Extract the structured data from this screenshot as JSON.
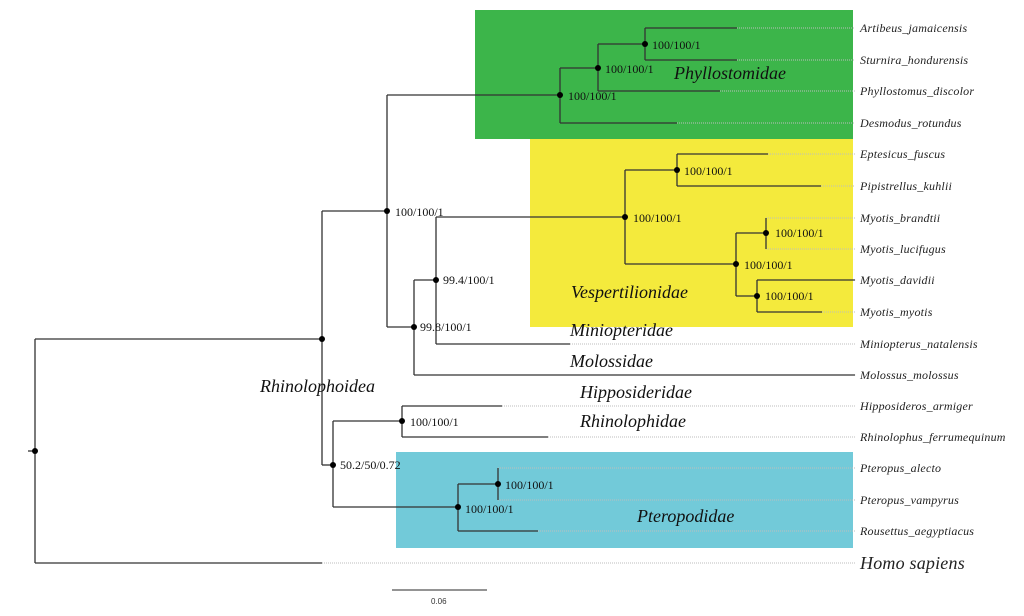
{
  "figure": {
    "type": "phylogenetic-tree",
    "scale_bar": {
      "value": 0.06,
      "label": "0.06"
    },
    "colors": {
      "phyllostomidae_box": "#3cb54a",
      "vespertilionidae_box": "#f4ea3c",
      "pteropodidae_box": "#72cad9",
      "branch": "#333333",
      "node": "#000000",
      "guide_line": "#bbbbbb"
    }
  },
  "taxa": [
    {
      "id": "t1",
      "label": "Artibeus_jamaicensis"
    },
    {
      "id": "t2",
      "label": "Sturnira_hondurensis"
    },
    {
      "id": "t3",
      "label": "Phyllostomus_discolor"
    },
    {
      "id": "t4",
      "label": "Desmodus_rotundus"
    },
    {
      "id": "t5",
      "label": "Eptesicus_fuscus"
    },
    {
      "id": "t6",
      "label": "Pipistrellus_kuhlii"
    },
    {
      "id": "t7",
      "label": "Myotis_brandtii"
    },
    {
      "id": "t8",
      "label": "Myotis_lucifugus"
    },
    {
      "id": "t9",
      "label": "Myotis_davidii"
    },
    {
      "id": "t10",
      "label": "Myotis_myotis"
    },
    {
      "id": "t11",
      "label": "Miniopterus_natalensis"
    },
    {
      "id": "t12",
      "label": "Molossus_molossus"
    },
    {
      "id": "t13",
      "label": "Hipposideros_armiger"
    },
    {
      "id": "t14",
      "label": "Rhinolophus_ferrumequinum"
    },
    {
      "id": "t15",
      "label": "Pteropus_alecto"
    },
    {
      "id": "t16",
      "label": "Pteropus_vampyrus"
    },
    {
      "id": "t17",
      "label": "Rousettus_aegyptiacus"
    },
    {
      "id": "t18",
      "label": "Homo sapiens"
    }
  ],
  "clades": [
    {
      "id": "phyllostomidae",
      "label": "Phyllostomidae"
    },
    {
      "id": "vespertilionidae",
      "label": "Vespertilionidae"
    },
    {
      "id": "miniopteridae",
      "label": "Miniopteridae"
    },
    {
      "id": "molossidae",
      "label": "Molossidae"
    },
    {
      "id": "hipposideridae",
      "label": "Hipposideridae"
    },
    {
      "id": "rhinolophidae",
      "label": "Rhinolophidae"
    },
    {
      "id": "pteropodidae",
      "label": "Pteropodidae"
    },
    {
      "id": "rhinolophoidea",
      "label": "Rhinolophoidea"
    }
  ],
  "supports": [
    {
      "id": "n_art_stu",
      "label": "100/100/1"
    },
    {
      "id": "n_art_phy",
      "label": "100/100/1"
    },
    {
      "id": "n_phyllo",
      "label": "100/100/1"
    },
    {
      "id": "n_ept_pip",
      "label": "100/100/1"
    },
    {
      "id": "n_vesp",
      "label": "100/100/1"
    },
    {
      "id": "n_bra_luc",
      "label": "100/100/1"
    },
    {
      "id": "n_myotis",
      "label": "100/100/1"
    },
    {
      "id": "n_dav_myo",
      "label": "100/100/1"
    },
    {
      "id": "n_yango",
      "label": "100/100/1"
    },
    {
      "id": "n_vesp_mini",
      "label": "99.4/100/1"
    },
    {
      "id": "n_vesp_molo",
      "label": "99.8/100/1"
    },
    {
      "id": "n_hip_rhi",
      "label": "100/100/1"
    },
    {
      "id": "n_rhinolophoidea",
      "label": "50.2/50/0.72"
    },
    {
      "id": "n_pal_pva",
      "label": "100/100/1"
    },
    {
      "id": "n_ptero",
      "label": "100/100/1"
    }
  ]
}
